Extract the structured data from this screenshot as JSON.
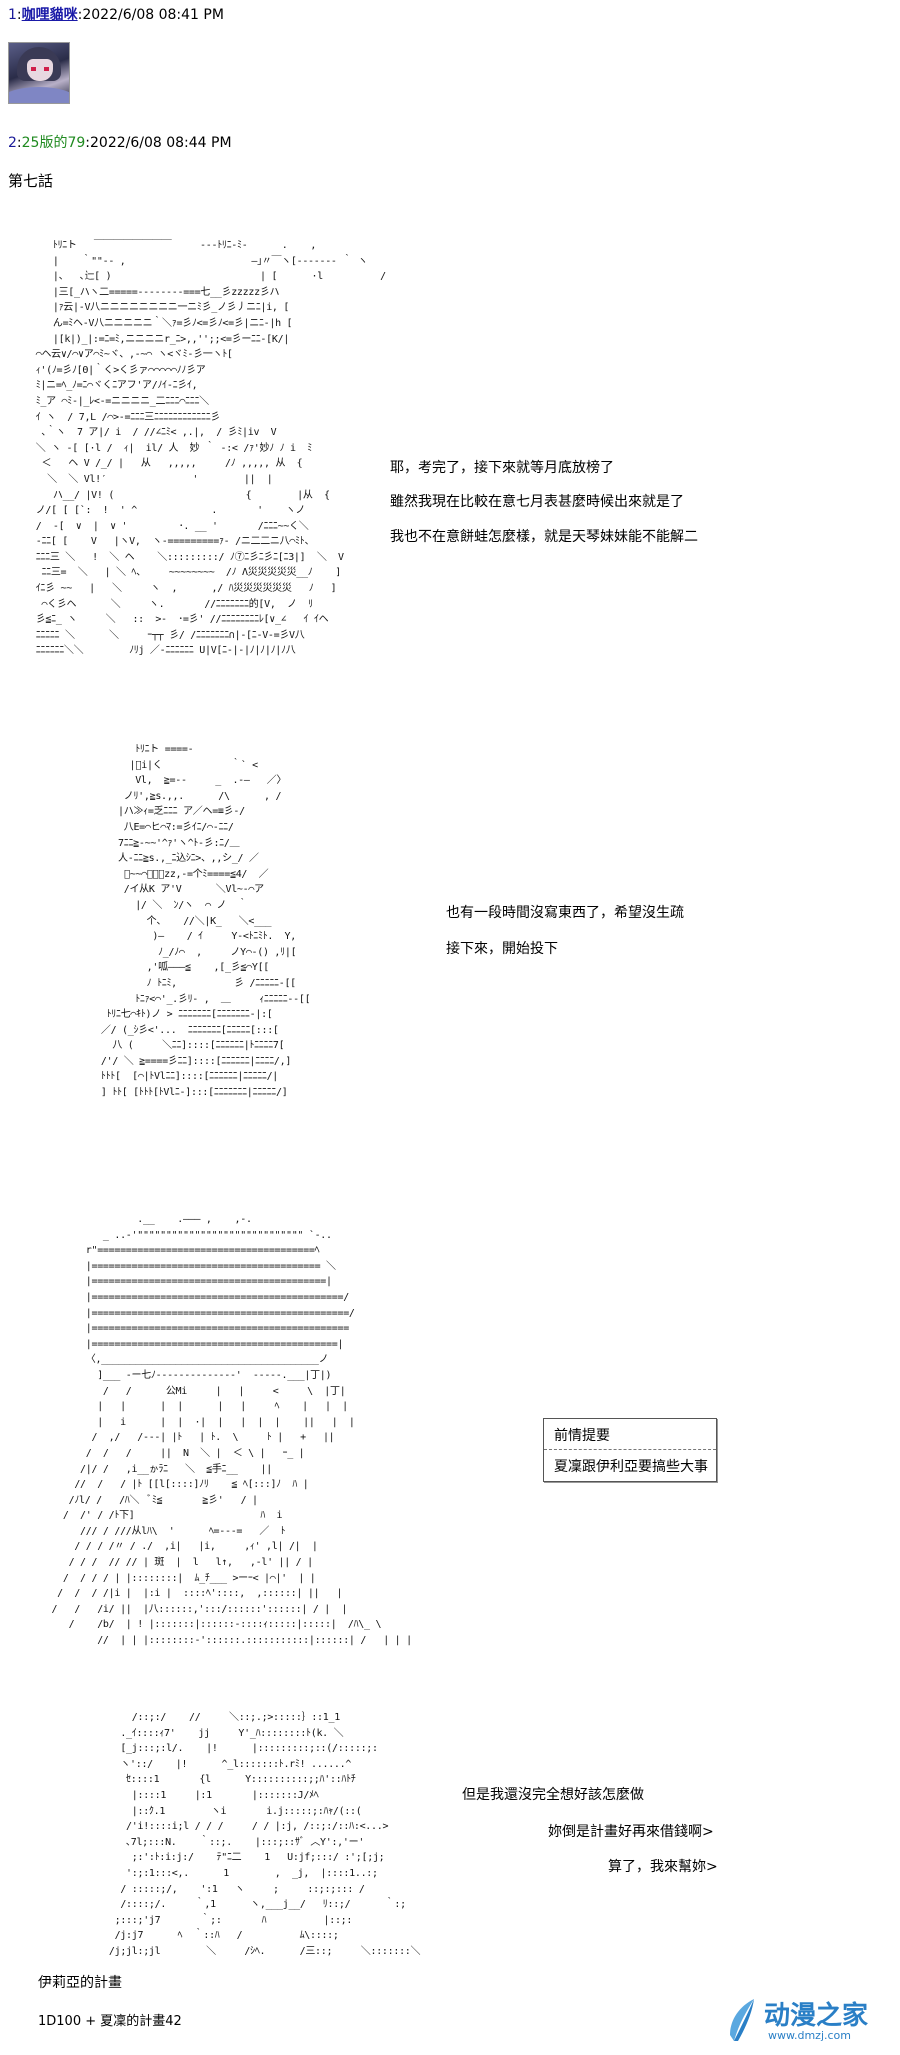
{
  "post1": {
    "number": "1",
    "name": "咖哩貓咪",
    "datetime": "2022/6/08 08:41 PM"
  },
  "post2": {
    "number": "2",
    "name": "25版的79",
    "datetime": "2022/6/08 08:44 PM",
    "chapter": "第七話"
  },
  "scene1": {
    "art": "    ﾄﾘﾆト   ￣￣￣￣￣￣￣￣     ---ﾄﾘﾆ-ﾐ-      .    ,\n    |    ｀\"\"-- ,                      ―｣〃￣ヽ[------- ｀ ヽ\n    |、  ､辷[ )                          | [      ·l          /\n    |三[_ハヽ二=====--------===七__彡zzzzz彡ハ\n    |ｧ云|-V八ニニニニニニニニ一ニﾐ彡_ノ彡丿ニﾆ|i, [\n    ん=ﾐヘ-V八ニニニニニ｀＼ｧ=彡ﾉ<=彡ﾉ<=彡|ニﾆ-|h [\n    |[k|)_|:=ﾆ=ﾐ,ニニニニr_ﾆ>,,'';;<=彡ーﾆﾆ-[K/|\n ⌒ヘ云∨/⌒∨ア⌒ﾐ~ヾ、,-~⌒ ヽ<ヾﾐ-彡一ヽﾄ[\n ｨ'(ﾉ=彡ﾉ[Θ|｀く>く彡ァ⌒⌒⌒⌒⌒ﾉﾉ彡ア\n ﾐ|ニ=ﾍ_ﾉ=ﾆ⌒ヾくﾆアフ'ア/ﾉｲ-ﾆ彡ｲ,\n ﾐ_ア ⌒ﾐ-|_ﾚ<-=ニニニニ_二ﾆﾆﾆ⌒ﾆﾆﾆ＼\n ｲ ヽ  / 7,L /⌒>-=ﾆﾆﾆ三ﾆﾆﾆﾆﾆﾆﾆﾆﾆﾆﾆﾆ彡\n  ､｀ヽ  7 ア|/ i  / //∠ﾆﾐ< ,.|,  / 彡ﾐ|iv  V\n ＼ ヽ -[ [·l /  ｨ|  il/ 人  妙 ｀ -:< /ｧ'妙ﾉ ﾉ i  ﾐ\n  ＜   ヘ V /_/ |   从   ,,,,,     /ﾉ ,,,,, 从  {\n   ＼  ＼ Vl!′               '        ||  |\n    ハ__/ |V! (                       {        |从  {\n ノ/[ [ [`:  !  ' ^             .       '    ヽノ\n /  -[  ∨  |  ∨ '         ･. __ '       /ﾆﾆﾆ~~く＼\n -ﾆﾆ[ [    V   |ヽV,  ヽ-=========ｧ- /ニ二二ニ八⌒ﾐﾄ、\n ﾆﾆﾆ三 ＼   !  ＼ ヘ    ＼:::::::::/ ﾉ⑦ﾆ彡ﾆ彡ﾆ[ﾆ3|]  ＼  V\n  ﾆﾆ三=  ＼   | ＼ ﾍ、    ~~~~~~~~  /ﾉ Λ災災災災災__ﾉ    ]\n ｲﾆ彡 ~~   |   ＼     ヽ  ,      ,/ ﾊ災災災災災災   ﾉ   ]\n  ⌒く彡ヘ      ＼     ヽ.       //ﾆﾆﾆﾆﾆﾆﾆ的[V,  ノ  ﾘ\n 彡≦ﾆ_ ヽ     ＼   ::  >-  ･=彡' //ﾆﾆﾆﾆﾆﾆﾆﾆﾚ[∨_∠   ｲ ｲヘ\n ﾆﾆﾆﾆﾆ ＼      ＼     ｰ┬┬ 彡/ /ﾆﾆﾆﾆﾆﾆﾆ∩|-[ﾆ-V-=彡V八\n ﾆﾆﾆﾆﾆﾆ＼＼        ﾉﾘj ／-ﾆﾆﾆﾆﾆﾆ U|V[ﾆ-|-|ﾉ|ﾉ|ﾉ|ﾉ八",
    "lines": [
      "耶，考完了，接下來就等月底放榜了",
      "雖然我現在比較在意七月表甚麼時候出來就是了",
      "我也不在意餅蛙怎麼樣，就是天琴妹妹能不能解二"
    ]
  },
  "scene2": {
    "art": "          ﾄﾘﾆト ====-\n         |ﾞi|く            ｀` <\n          Vl,  ≧=--     _  .-―   ／〉\n        ノﾘ',≧s.,,.      /\\      , /\n       |ハ≫ｨ=乏ﾆﾆﾆ ア／ヘ=≡彡-/\n        八E=⌒ヒ⌒ﾏ:=彡ｲﾆ/⌒-ﾆﾆ/\n       7ﾆﾆ≧-~~'^ｧ'ヽ^ﾄ-彡:ﾆ/＿\n       人-ﾆﾆ≧s.,_ﾆ込ｼﾆ>、,,シ_/ ／\n        ﾞ~~⌒ｰｰｰzz,-=个ﾐ====≦4/  ／\n        /イ从K ア'V      ＼Vl~-⌒ア\n          |/ ＼  ﾝ/ヽ  ⌒ ノ  ｀\n            个、   //＼|K_   ＼<___\n             )―    / ｲ     Y-<ﾄﾆﾐﾄ.  Y,\n              ﾉ_/ﾉ⌒  ,     ノY⌒-() ,ﾘ|[\n            ,'呱―――≦    ,[_彡≦⌒Y[[\n            ﾉ ﾄﾆﾐ,          彡 /ﾆﾆﾆﾆﾆ-[[\n          ﾄﾆｧ<⌒'_.彡ﾘ- ,  ＿     ｨﾆﾆﾆﾆﾆ--[[\n     ﾄﾘﾆ七⌒ｷﾄ)ノ > ﾆﾆﾆﾆﾆﾆﾆ[ﾆﾆﾆﾆﾆﾆﾆ-|:[\n    ／/ (_ｼ彡<'...  ﾆﾆﾆﾆﾆﾆﾆ[ﾆﾆﾆﾆﾆ[:::[\n      八 (     ＼ﾆﾆ]::::[ﾆﾆﾆﾆﾆﾆ|ﾄﾆﾆﾆﾆ7[\n    /'/ ＼ ≧====彡ﾆﾆ]::::[ﾆﾆﾆﾆﾆﾆ|ﾆﾆﾆﾆ/,]\n    ﾄﾄﾄ[  [⌒|ﾄVlﾆﾆ]::::[ﾆﾆﾆﾆﾆﾆ|ﾆﾆﾆﾆﾆ/|\n    ] ﾄﾄ[ [ﾄﾄﾄ[ﾄVlﾆ-]:::[ﾆﾆﾆﾆﾆﾆﾆ|ﾆﾆﾆﾆﾆ/]",
    "lines": [
      "也有一段時間沒寫東西了，希望沒生疏",
      "接下來，開始投下"
    ]
  },
  "scene3": {
    "art": "                 .__    .――― ,    ,-.\n           _ ..-'\"\"\"\"\"\"\"\"\"\"\"\"\"\"\"\"\"\"\"\"\"\"\"\"\"\"\"\"\" `-..\n        r\"======================================ﾍ\n        |======================================== ＼\n        |=========================================|\n        |============================================/\n        |=============================================/\n        |=============================================\n        |===========================================|\n        〈,______________________________________ノ\n          ]___ -ー七ﾉ--------------'  -----.___|丁|)\n           /   /      公Mi     |   |     <     \\  |丁|\n          |   |      |  |      |   |     ﾍ    |   |  |\n          |   i      |  |  ·|  |   |  |  |    ||   |  |\n         /  ,/   /---| |ﾄ   | ﾄ.  \\     ﾄ |   +   ||\n        /  /   /     ||  N  ＼ |  ＜ \\ |   ｰ_ |\n       /|/ /   ,i__ゕﾗﾆ   ＼  ≦手ﾆ__    ||\n      //  /   / |ﾄ [[l[::::]ﾉﾘ    ≦ ﾍ[:::]ﾉ  ﾊ |\n     /ﾉl/ /   /ﾊ＼  ﾞﾐ≦       ≧彡'   / |\n    /  /' / /ﾄ下]                      ﾊ  i\n       /// / ///从lﾊ\\  '      ﾍ=---=   ／  ﾄ\n      / / / /〃 / ./  ,i|   |i,     ,ｨ' ,l| /|  |\n     / / /  // // | 斑  |  l   l↑,   ,-l' || / |\n    /  / / / | |::::::::|  ﾑ_ﾁ___ >ーｰ< |⌒|'  | |\n   /  /  / /|i |  |:i |  ::::ﾍ'::::,  ,::::::| ||   |\n  /   /   /i/ ||  |八::::::,':::/::::::'::::::| / |  |\n     /    /b/  | ! |:::::::|::::::-::::ｨ:::::|:::::|  /ﾊ\\_ \\\n          //  | | |::::::::-'::::::.:::::::::::|::::::| /   | | |",
    "box": {
      "title": "前情提要",
      "body": "夏凜跟伊利亞要搞些大事"
    }
  },
  "scene4": {
    "art": "        /::;:/    //     ＼::;.;>:::::｝::1_1\n      ._ｲ::::ｨ7'    jj     Y'_ﾊ::::::::ﾄ(k. ＼\n      [_j:::;:l/.    |!      |:::::::::;::(/:::::;:\n      ヽ'::/    |!      ^_l:::::::ﾄ.rﾐ! ......^\n       ｾ::::1       {l      Y::::::::::;;ﾊ'::ﾊﾄﾁ\n        |::::1     |:1       |:::::::J/ﾒﾍ\n        |::ｸ.1        ヽi       i.j:::::;:ﾊｬ/(::(\n       /'i!::::i;l / / /     / / |:j, /::;:/::ﾊ:<...>\n       ､7l;:::N.    ｀::;.    |:::;::ｻﾞ ︿Y':,'ー'\n        ;:':ﾄ:i:j:/    ﾃ\"ﾆ二    1   U:jf;:::/ :';[;j;\n       ':;:1:::<,.      1        ,  _j,  |::::1..:;\n      / :::::;/,    ':1   ヽ     ;     ::;:;::: /\n      /::::;/.     ｀,1      ヽ,___j__/   ﾘ::;/      ｀:;\n     ;:::;'j7       ｀;:       ﾊ          |::;:\n     /j:j7      ﾍ  ｀::ﾊ   /          ﾑ\\::::;\n    /j;jl:;jl        ＼     /ｼﾍ.      /三::;     ＼:::::::＼",
    "lines": [
      "但是我還沒完全想好該怎麼做",
      "妳倒是計畫好再來借錢啊>",
      "算了，我來幫妳>"
    ]
  },
  "footer": {
    "plan_title": "伊莉亞的計畫",
    "dice": "1D100 + 夏凜的計畫42"
  },
  "watermark": {
    "name": "动漫之家",
    "url": "www.dmzj.com"
  }
}
